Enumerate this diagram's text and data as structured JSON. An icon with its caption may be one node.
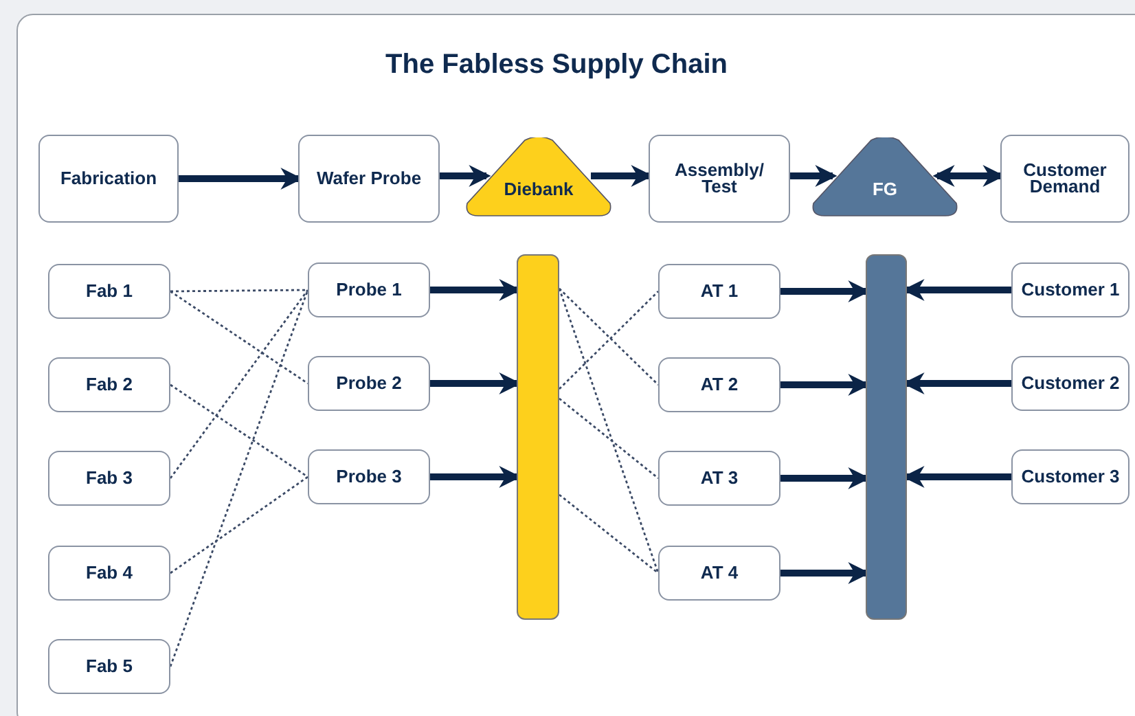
{
  "diagram": {
    "title": "The Fabless Supply Chain",
    "nodes": [
      {
        "text": [
          "Fabrication"
        ]
      },
      {
        "text": [
          "Wafer Probe"
        ]
      },
      {
        "text": [
          "Diebank"
        ]
      },
      {
        "text": [
          "Assembly/ Test"
        ]
      },
      {
        "text": [
          "FG"
        ]
      },
      {
        "text": [
          "Customer Demand"
        ]
      },
      {
        "text": [
          "Fab 1"
        ]
      },
      {
        "text": [
          "Fab 2"
        ]
      },
      {
        "text": [
          "Fab 3"
        ]
      },
      {
        "text": [
          "Fab 4"
        ]
      },
      {
        "text": [
          "Fab 5"
        ]
      },
      {
        "text": [
          "Probe 1"
        ]
      },
      {
        "text": [
          "Probe 2"
        ]
      },
      {
        "text": [
          "Probe 3"
        ]
      },
      {
        "text": [],
        "shape": "bar"
      },
      {
        "text": [
          "AT 1"
        ]
      },
      {
        "text": [
          "AT 2"
        ]
      },
      {
        "text": [
          "AT 3"
        ]
      },
      {
        "text": [
          "AT 4"
        ]
      },
      {
        "text": [],
        "shape": "bar"
      },
      {
        "text": [
          "Customer 1"
        ]
      },
      {
        "text": [
          "Customer 2"
        ]
      },
      {
        "text": [
          "Customer 3"
        ]
      }
    ],
    "edges": [
      {
        "from": 0,
        "to": 1,
        "arrow": "to"
      },
      {
        "from": 1,
        "to": 2,
        "arrow": "to"
      },
      {
        "from": 2,
        "to": 3,
        "arrow": "to"
      },
      {
        "from": 3,
        "to": 4,
        "arrow": "to"
      },
      {
        "from": 4,
        "to": 5,
        "arrow": "both"
      },
      {
        "from": 6,
        "to": 11,
        "arrow": "none",
        "style": "dashed"
      },
      {
        "from": 6,
        "to": 12,
        "arrow": "none",
        "style": "dashed"
      },
      {
        "from": 7,
        "to": 13,
        "arrow": "none",
        "style": "dashed"
      },
      {
        "from": 8,
        "to": 11,
        "arrow": "none",
        "style": "dashed"
      },
      {
        "from": 9,
        "to": 13,
        "arrow": "none",
        "style": "dashed"
      },
      {
        "from": 10,
        "to": 11,
        "arrow": "none",
        "style": "dashed"
      },
      {
        "from": 11,
        "to": 14,
        "arrow": "to"
      },
      {
        "from": 12,
        "to": 14,
        "arrow": "to"
      },
      {
        "from": 13,
        "to": 14,
        "arrow": "to"
      },
      {
        "from": 14,
        "to": 15,
        "arrow": "none",
        "style": "dashed"
      },
      {
        "from": 14,
        "to": 16,
        "arrow": "none",
        "style": "dashed"
      },
      {
        "from": 14,
        "to": 17,
        "arrow": "none",
        "style": "dashed"
      },
      {
        "from": 14,
        "to": 18,
        "arrow": "none",
        "style": "dashed"
      },
      {
        "from": 14,
        "to": 18,
        "arrow": "none",
        "style": "dashed"
      },
      {
        "from": 15,
        "to": 19,
        "arrow": "to"
      },
      {
        "from": 16,
        "to": 19,
        "arrow": "to"
      },
      {
        "from": 17,
        "to": 19,
        "arrow": "to"
      },
      {
        "from": 18,
        "to": 19,
        "arrow": "to"
      },
      {
        "from": 20,
        "to": 19,
        "arrow": "to"
      },
      {
        "from": 21,
        "to": 19,
        "arrow": "to"
      },
      {
        "from": 22,
        "to": 19,
        "arrow": "to"
      }
    ]
  }
}
